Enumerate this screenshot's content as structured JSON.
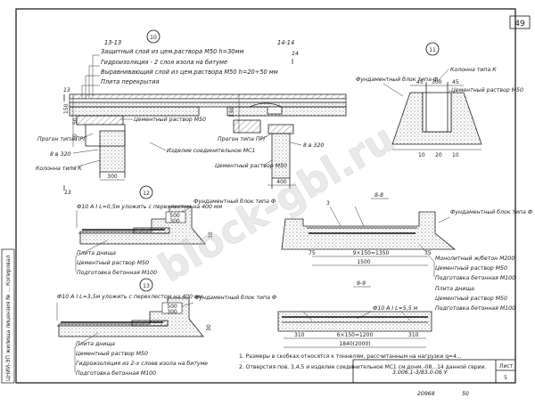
{
  "sheet": {
    "page_number": "49",
    "bottom_code": "3.006.1-3/83.0-06 У",
    "sheet_label": "Лист",
    "sheet_number": "5",
    "inventory": "20968",
    "inventory_suffix": "50",
    "side_stamp": "ЦНИИ-ЭП жилища лицензия № ...  Копировал",
    "watermark": "block-gbl.ru"
  },
  "detail10": {
    "marker": "10",
    "section_left": "13-13",
    "section_right": "14-14",
    "section_left_mark": "13",
    "section_right_mark": "14",
    "notes": [
      "Защитный слой из цем.раствора М50 h=30мм",
      "Гидроизоляция - 2 слоя изола на битуме",
      "Выравнивающий слой из цем.раствора М50 h=20÷50 мм",
      "Плита перекрытия"
    ],
    "labels": {
      "cement": "Цементный раствор М50",
      "girder": "Прогон типа ПРГ",
      "girder2": "Прогон типа ПРГ",
      "connector": "Изделие соединительное МС1",
      "column": "Колонна типа К",
      "angle_left": "8 в 320",
      "angle_right": "8 в 320",
      "cement2": "Цементный раствор М50"
    },
    "dims": [
      "300",
      "400",
      "150",
      "50",
      "80",
      "330",
      "150",
      "200"
    ]
  },
  "detail11": {
    "marker": "11",
    "labels": {
      "foundation": "Фундаментный блок типа Ф",
      "column": "Колонна типа К",
      "cement": "Цементный раствор М50"
    },
    "dims": [
      "45",
      "300",
      "45",
      "10",
      "20",
      "10"
    ]
  },
  "detail12": {
    "marker": "12",
    "note": "Ф10 А I L=0,5м уложить с перехлестом на 400 мм",
    "labels": {
      "foundation": "Фундаментный блок типа Ф"
    },
    "legend": [
      "Плита днища",
      "Цементный раствор М50",
      "Подготовка бетонная М100"
    ],
    "dims": [
      "500",
      "300",
      "30"
    ]
  },
  "detail13": {
    "marker": "13",
    "note": "Ф10 А I L=3,5м уложить с перехлестом на 400 мм",
    "labels": {
      "foundation": "Фундаментный блок типа Ф"
    },
    "legend": [
      "Плита днища",
      "Цементный раствор М50",
      "Гидроизоляция из 2-х слоев изола на битуме",
      "Подготовка бетонная М100"
    ],
    "dims": [
      "500",
      "300",
      "30"
    ]
  },
  "section8": {
    "title": "8-8",
    "labels": {
      "foundation": "Фундаментный блок типа Ф"
    },
    "legend": [
      "Монолитный ж/бетон М200",
      "Цементный раствор М50",
      "Подготовка бетонная М100"
    ],
    "dims": [
      "9×150=1350",
      "75",
      "75",
      "1500"
    ]
  },
  "section9": {
    "title": "9-9",
    "note": "Ф10 А I L=5,5 м",
    "legend": [
      "Плита днища",
      "Цементный раствор М50",
      "Подготовка бетонная М100"
    ],
    "dims": [
      "310",
      "6×150=1200",
      "310",
      "1840(2000)"
    ]
  },
  "footnotes": [
    "1. Размеры в скобках относятся к тоннелям, рассчитанным на нагрузки q=4...",
    "2. Отверстия пов. 3,4,5 и изделие соединительное МС1 см.донм.-08...14 данной серии."
  ]
}
